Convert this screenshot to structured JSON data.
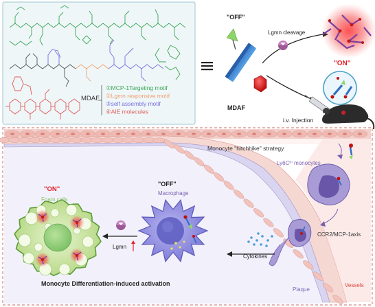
{
  "top_panel": {
    "off_label": "\"OFF\"",
    "on_label": "\"ON\"",
    "cleavage_label": "Lgmn cleavage",
    "probe_name": "MDAF",
    "injection_label": "i.v. Injection"
  },
  "legend": {
    "title": "MDAF",
    "items": [
      {
        "text": "①MCP-1Targeting motif",
        "color": "#3aa655"
      },
      {
        "text": "②Lgmn responsive motif",
        "color": "#f0a070"
      },
      {
        "text": "③self assembly motif",
        "color": "#7a6ee0"
      },
      {
        "text": "④AIE molecules",
        "color": "#e45a5a"
      }
    ]
  },
  "bottom_panel": {
    "strategy_label": "Monocyte \"hitchhike\" strategy",
    "monocytes_label": "Ly6Cʰⁱ monocytes",
    "axis_label": "CCR2/MCP-1axis",
    "vessels_label": "Vessels",
    "plaque_label": "Plaque",
    "cytokines_label": "Cytokines",
    "off_label": "\"OFF\"",
    "macrophage_label": "Macrophage",
    "on_label": "\"ON\"",
    "foam_label": "Foam cells",
    "lgmn_label": "Lgmn",
    "caption": "Monocyte Differentiation-induced activation"
  },
  "colors": {
    "on_red": "#e8202a",
    "vessel_pink": "#f5c9c4",
    "plaque_purple": "#9b8ec4",
    "macrophage": "#7a78d6",
    "foam_green": "#cfe6a8",
    "arrow_dark": "#333333"
  }
}
